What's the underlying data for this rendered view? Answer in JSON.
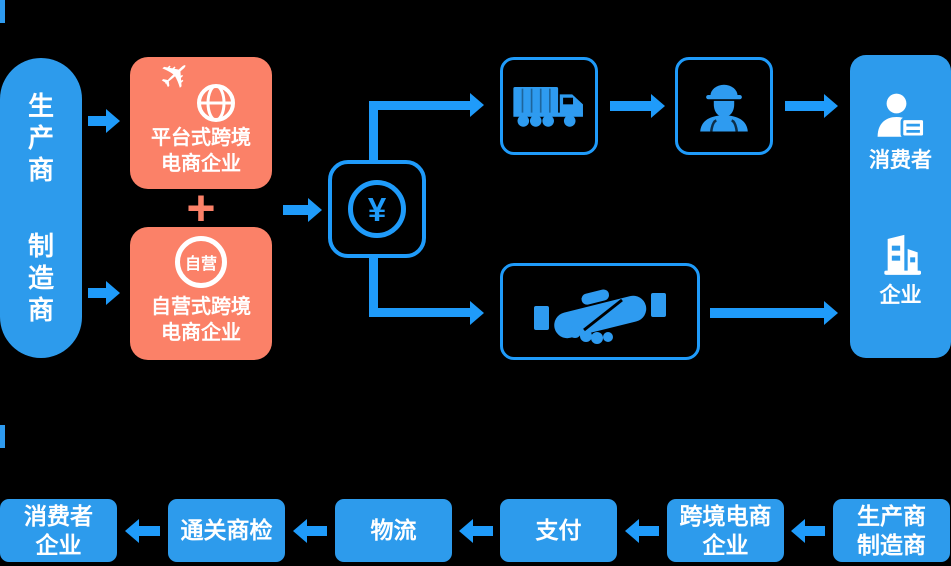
{
  "colors": {
    "background": "#000000",
    "box_blue": "#2D9BEC",
    "line_blue": "#1F9BFA",
    "orange": "#FB8168",
    "white": "#FFFFFF"
  },
  "top_flow": {
    "producer_pill": {
      "line1": "生产商",
      "line2": "制造商"
    },
    "platform_box": {
      "line1": "平台式跨境",
      "line2": "电商企业"
    },
    "plus_sign": "+",
    "self_box": {
      "badge": "自营",
      "line1": "自营式跨境",
      "line2": "电商企业"
    },
    "payment_node": {
      "symbol": "¥"
    },
    "receiver_box": {
      "consumer_label": "消费者",
      "enterprise_label": "企业"
    }
  },
  "bottom_flow": {
    "steps": [
      {
        "line1": "消费者",
        "line2": "企业"
      },
      {
        "line1": "通关商检",
        "line2": ""
      },
      {
        "line1": "物流",
        "line2": ""
      },
      {
        "line1": "支付",
        "line2": ""
      },
      {
        "line1": "跨境电商",
        "line2": "企业"
      },
      {
        "line1": "生产商",
        "line2": "制造商"
      }
    ]
  }
}
